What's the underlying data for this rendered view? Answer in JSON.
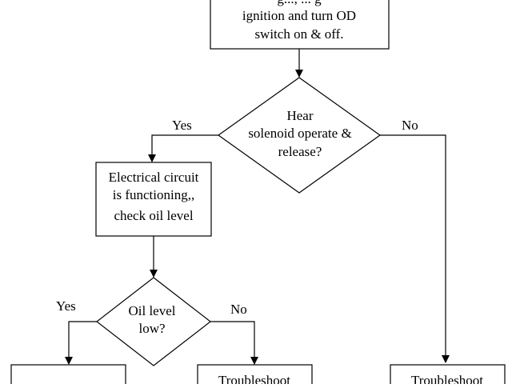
{
  "flowchart": {
    "start_box": {
      "lines": [
        "g..., ... g",
        "ignition and turn OD",
        "switch on & off."
      ]
    },
    "decision_solenoid": {
      "lines": [
        "Hear",
        "solenoid operate &",
        "release?"
      ],
      "yes_label": "Yes",
      "no_label": "No"
    },
    "electrical_box": {
      "lines": [
        "Electrical circuit",
        "is functioning,,",
        "check oil level"
      ]
    },
    "decision_oil": {
      "lines": [
        "Oil level",
        "low?"
      ],
      "yes_label": "Yes",
      "no_label": "No"
    },
    "bottom_left_box": {
      "lines": []
    },
    "bottom_middle_box": {
      "lines": [
        "Troubleshoot"
      ]
    },
    "bottom_right_box": {
      "lines": [
        "Troubleshoot"
      ]
    }
  }
}
